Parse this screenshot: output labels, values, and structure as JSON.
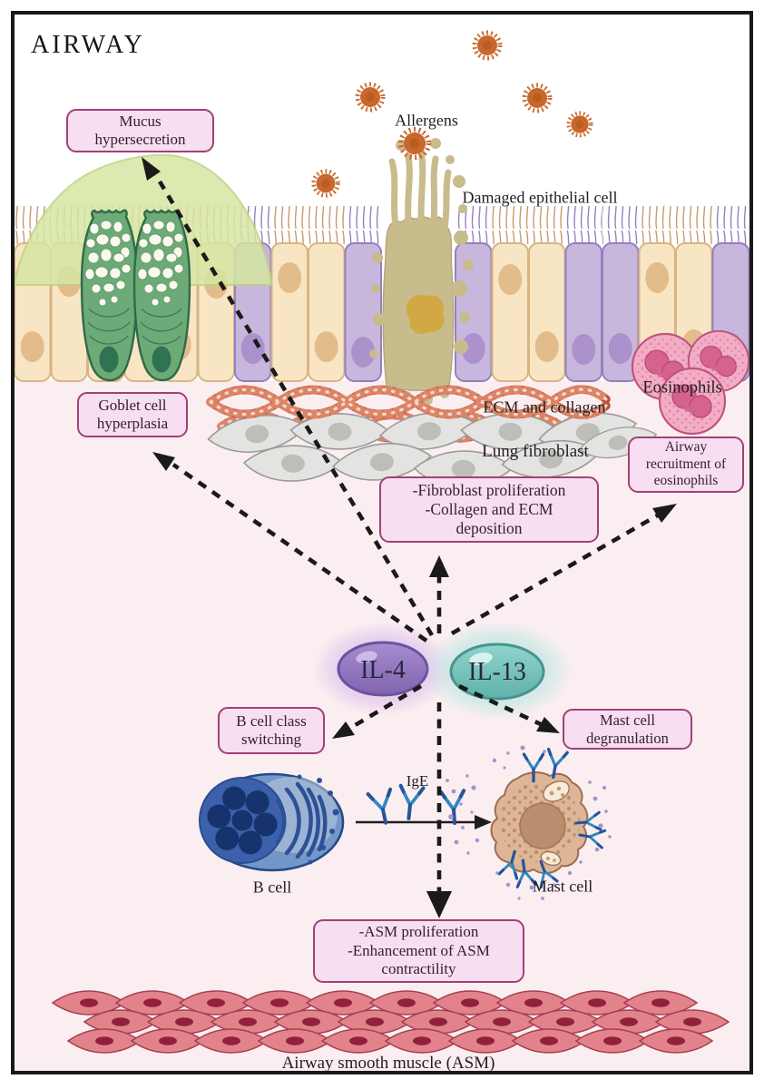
{
  "title": "AIRWAY",
  "cytokines": {
    "il4": "IL-4",
    "il13": "IL-13"
  },
  "labels": {
    "allergens": "Allergens",
    "damaged_epithelial_cell": "Damaged epithelial cell",
    "ecm_and_collagen": "ECM and collagen",
    "lung_fibroblast": "Lung fibroblast",
    "eosinophils": "Eosinophils",
    "ige": "IgE",
    "b_cell": "B cell",
    "mast_cell": "Mast cell",
    "airway_smooth_muscle": "Airway smooth muscle (ASM)"
  },
  "boxes": {
    "mucus_hypersecretion": "Mucus\nhypersecretion",
    "goblet_cell_hyperplasia": "Goblet cell\nhyperplasia",
    "fibroblast_effects": "-Fibroblast proliferation\n-Collagen and ECM\ndeposition",
    "eosinophil_recruitment": "Airway\nrecruitment of\neosinophils",
    "b_cell_class_switching": "B cell class\nswitching",
    "mast_cell_degranulation": "Mast cell\ndegranulation",
    "asm_effects": "-ASM proliferation\n-Enhancement of ASM\ncontractility"
  },
  "colors": {
    "box_border": "#a04177",
    "box_fill": "#f7def1",
    "il4_fill": "#8f74bd",
    "il13_fill": "#76c5bd",
    "allergen": "#c8682c",
    "mucus": "#d6e6a3",
    "goblet_cell": "#6cab77",
    "epithelial_cream": "#f8e5c3",
    "epithelial_purple": "#c7b7dd",
    "damaged_cell": "#c8bb8c",
    "ecm_collagen": "#b8503f",
    "fibroblast": "#e3e3e1",
    "eosinophil": "#f3adc5",
    "b_cell": "#7397c8",
    "mast_cell": "#dcb697",
    "asm": "#e2838b",
    "background_lower": "#fbeef0",
    "arrow": "#1a1a1a",
    "antibody": "#3187c0"
  },
  "icons": {
    "allergen_icon": "spiky orange sphere",
    "ige_antibody_icon": "blue Y antibody",
    "dashed_arrow_icon": "black dashed arrow",
    "solid_arrow_icon": "black solid arrow"
  }
}
